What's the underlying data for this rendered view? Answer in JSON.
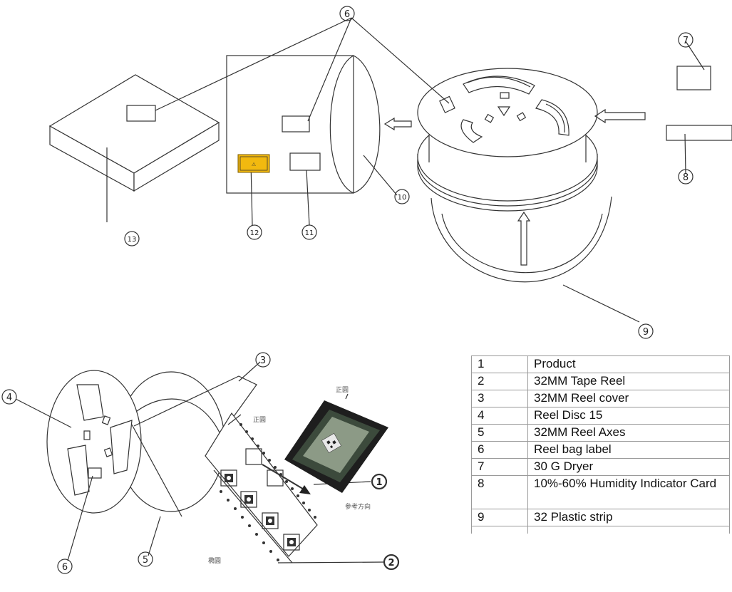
{
  "callouts": {
    "n1": "1",
    "n2": "2",
    "n3": "3",
    "n4": "4",
    "n5": "5",
    "n6a": "6",
    "n6b": "6",
    "n7": "7",
    "n8": "8",
    "n9": "9",
    "n10": "10",
    "n11": "11",
    "n12": "12",
    "n13": "13"
  },
  "annotations": {
    "cjk_top": "正圓",
    "cjk_mid": "正圓",
    "cjk_bottom": "橢圓",
    "direction": "參考方向"
  },
  "esd_label_symbols": "⚠",
  "parts": [
    {
      "no": "1",
      "name": "Product"
    },
    {
      "no": "2",
      "name": "32MM Tape Reel"
    },
    {
      "no": "3",
      "name": "32MM Reel cover"
    },
    {
      "no": "4",
      "name": "Reel Disc 15"
    },
    {
      "no": "5",
      "name": "32MM Reel Axes"
    },
    {
      "no": "6",
      "name": "Reel bag label"
    },
    {
      "no": "7",
      "name": "30 G Dryer"
    },
    {
      "no": "8",
      "name": "10%-60% Humidity Indicator Card"
    },
    {
      "no": "9",
      "name": "32 Plastic strip"
    }
  ],
  "colors": {
    "line": "#333333",
    "label_yellow": "#f2b90f"
  }
}
